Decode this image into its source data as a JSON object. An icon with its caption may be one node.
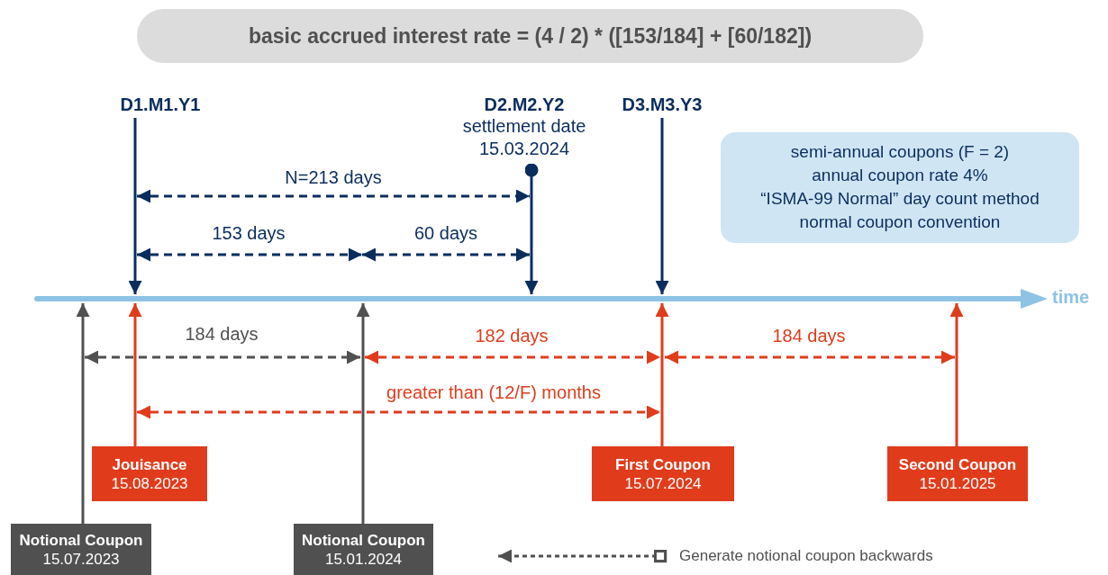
{
  "diagram": {
    "title": "basic accrued interest rate = (4 / 2) * ([153/184] + [60/182])",
    "nodes": [
      {
        "text": [
          "D1.M1.Y1"
        ]
      },
      {
        "text": [
          "D2.M2.Y2",
          "settlement date 15.03.2024"
        ]
      },
      {
        "text": [
          "D3.M3.Y3"
        ]
      },
      {
        "text": [
          "semi-annual coupons (F = 2)",
          "annual coupon rate 4%",
          "“ISMA-99 Normal” day count method",
          "normal coupon convention"
        ]
      },
      {
        "text": [],
        "shape": "bar",
        "beside": [
          "time"
        ]
      },
      {
        "text": [
          "Jouisance",
          "15.08.2023"
        ]
      },
      {
        "text": [
          "First Coupon",
          "15.07.2024"
        ]
      },
      {
        "text": [
          "Second Coupon",
          "15.01.2025"
        ]
      },
      {
        "text": [
          "Notional Coupon",
          "15.07.2023"
        ]
      },
      {
        "text": [
          "Notional Coupon",
          "15.01.2024"
        ]
      }
    ],
    "edges": [
      {
        "from": 0,
        "to": 4,
        "arrow": "to"
      },
      {
        "from": 1,
        "to": 4,
        "arrow": "to"
      },
      {
        "from": 2,
        "to": 4,
        "arrow": "to"
      },
      {
        "from": 5,
        "to": 4,
        "arrow": "to",
        "color": "#e03c1c"
      },
      {
        "from": 6,
        "to": 4,
        "arrow": "to",
        "color": "#e03c1c"
      },
      {
        "from": 7,
        "to": 4,
        "arrow": "to",
        "color": "#e03c1c"
      },
      {
        "from": 8,
        "to": 4,
        "arrow": "to",
        "color": "#505050"
      },
      {
        "from": 9,
        "to": 4,
        "arrow": "to",
        "color": "#505050"
      }
    ],
    "labels": [
      "N=213 days",
      "153 days",
      "60 days",
      "184 days",
      "182 days",
      "184 days",
      "greater than (12/F) months"
    ],
    "legend": [
      {
        "text": "Generate notional coupon backwards"
      }
    ]
  }
}
